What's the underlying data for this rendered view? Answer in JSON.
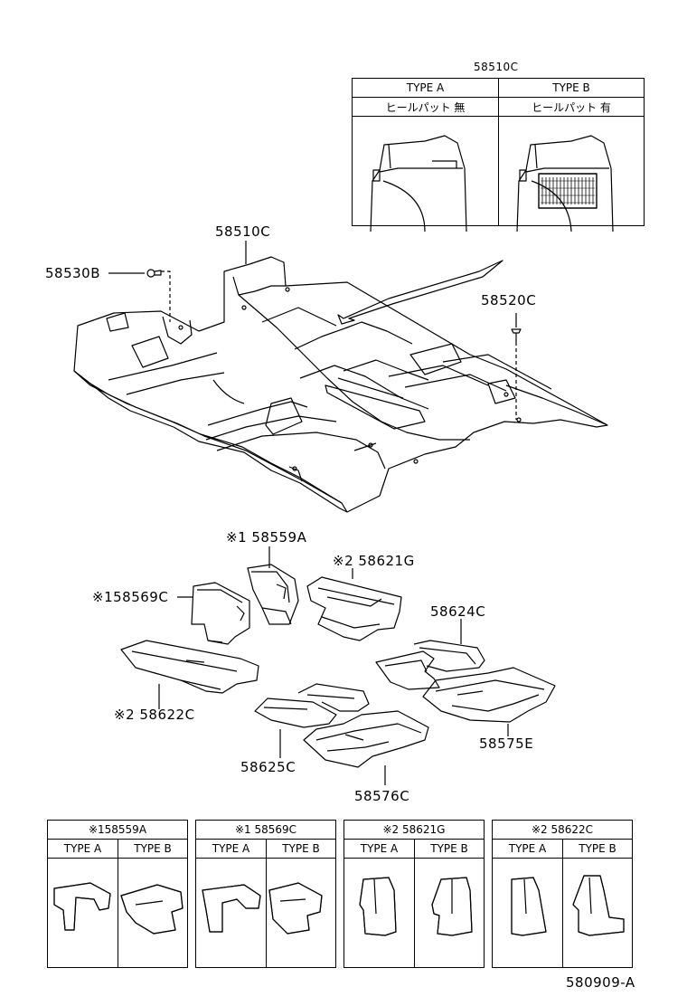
{
  "top_table": {
    "part": "58510C",
    "col_a": "TYPE A",
    "col_b": "TYPE B",
    "desc_a": "ヒールパット 無",
    "desc_b": "ヒールパット 有"
  },
  "labels": {
    "p58510C": "58510C",
    "p58530B": "58530B",
    "p58520C": "58520C",
    "p58559A": "※1 58559A",
    "p58621G": "※2 58621G",
    "p58569C": "※158569C",
    "p58624C": "58624C",
    "p58622C": "※2 58622C",
    "p58575E": "58575E",
    "p58625C": "58625C",
    "p58576C": "58576C"
  },
  "bottom_tables": [
    {
      "part": "※158559A",
      "col_a": "TYPE A",
      "col_b": "TYPE B"
    },
    {
      "part": "※1 58569C",
      "col_a": "TYPE A",
      "col_b": "TYPE B"
    },
    {
      "part": "※2 58621G",
      "col_a": "TYPE A",
      "col_b": "TYPE B"
    },
    {
      "part": "※2 58622C",
      "col_a": "TYPE A",
      "col_b": "TYPE B"
    }
  ],
  "footer_code": "580909-A"
}
